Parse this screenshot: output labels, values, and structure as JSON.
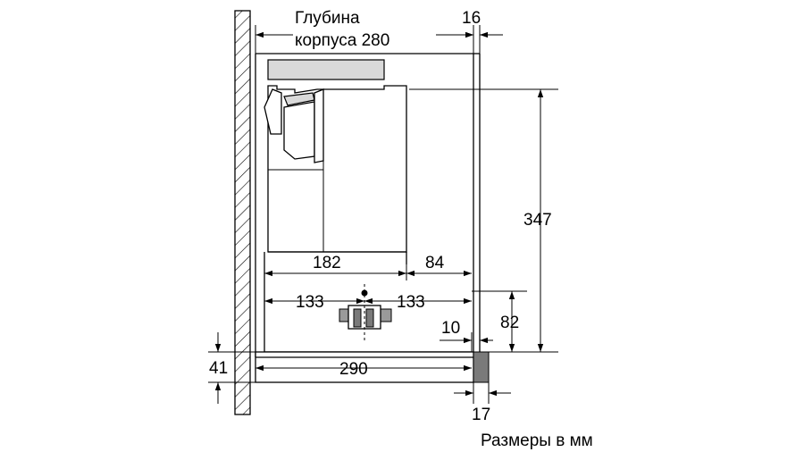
{
  "labels": {
    "depth_line1": "Глубина",
    "depth_line2": "корпуса 280",
    "units_note": "Размеры в мм"
  },
  "dimensions": {
    "d16": "16",
    "d347": "347",
    "d182": "182",
    "d84": "84",
    "d133_left": "133",
    "d133_right": "133",
    "d82": "82",
    "d10": "10",
    "d41": "41",
    "d290": "290",
    "d17": "17"
  }
}
